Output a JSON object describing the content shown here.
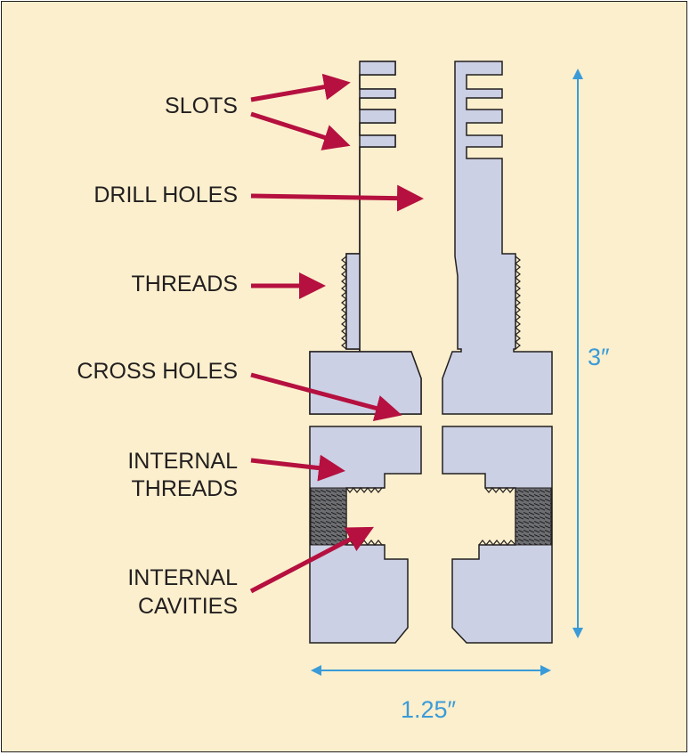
{
  "labels": {
    "slots": "SLOTS",
    "drill_holes": "DRILL HOLES",
    "threads": "THREADS",
    "cross_holes": "CROSS HOLES",
    "internal_threads_line1": "INTERNAL",
    "internal_threads_line2": "THREADS",
    "internal_cavities_line1": "INTERNAL",
    "internal_cavities_line2": "CAVITIES"
  },
  "dimensions": {
    "height": "3″",
    "width": "1.25″"
  },
  "colors": {
    "background": "#fbefcd",
    "part_fill": "#ccd0e4",
    "outline": "#231f20",
    "arrow": "#b5103f",
    "dimension": "#3a9bd8",
    "thread_fill": "#6d6e71"
  }
}
